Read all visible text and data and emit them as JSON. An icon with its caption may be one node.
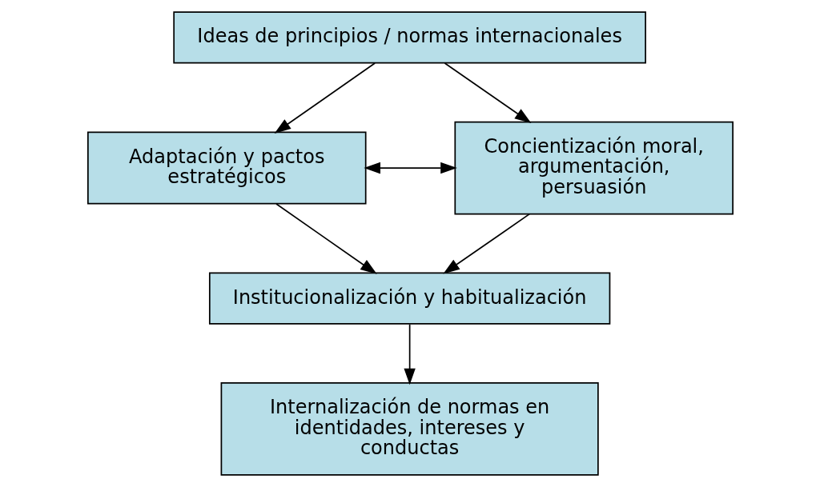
{
  "diagram": {
    "nodes": [
      {
        "text": [
          "Ideas de principios / normas internacionales"
        ]
      },
      {
        "text": [
          "Adaptación y pactos estratégicos"
        ]
      },
      {
        "text": [
          "Concientización moral, argumentación, persuasión"
        ]
      },
      {
        "text": [
          "Institucionalización y habitualización"
        ]
      },
      {
        "text": [
          "Internalización de normas en identidades, intereses y conductas"
        ]
      }
    ],
    "edges": [
      {
        "from": 0,
        "to": 1,
        "arrow": "to"
      },
      {
        "from": 0,
        "to": 2,
        "arrow": "to"
      },
      {
        "from": 1,
        "to": 2,
        "arrow": "both"
      },
      {
        "from": 1,
        "to": 3,
        "arrow": "to"
      },
      {
        "from": 2,
        "to": 3,
        "arrow": "to"
      },
      {
        "from": 3,
        "to": 4,
        "arrow": "to"
      }
    ]
  }
}
